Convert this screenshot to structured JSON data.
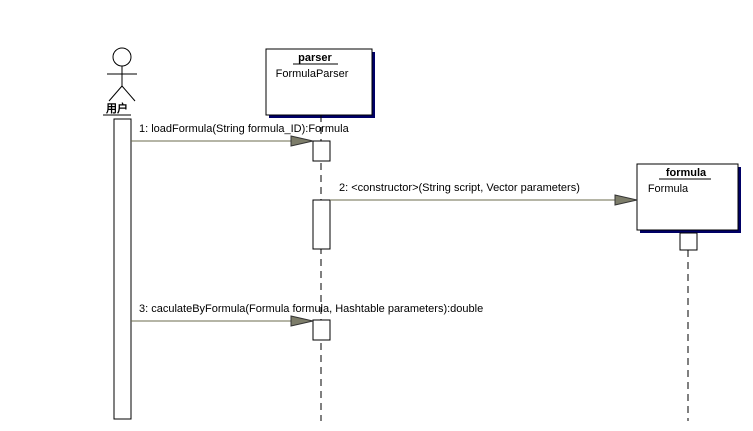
{
  "actor": {
    "name": "用户"
  },
  "objects": [
    {
      "instance": "parser",
      "class": "FormulaParser"
    },
    {
      "instance": "formula",
      "class": "Formula"
    }
  ],
  "messages": [
    {
      "number": "1",
      "text": "1: loadFormula(String formula_ID):Formula"
    },
    {
      "number": "2",
      "text": "2: <constructor>(String script, Vector parameters)"
    },
    {
      "number": "3",
      "text": "3: caculateByFormula(Formula formula, Hashtable parameters):double"
    }
  ],
  "colors": {
    "line": "#6b6b4e",
    "arrow_fill": "#7d7d6a",
    "box_shadow": "#000066",
    "box_border": "#000000",
    "background": "#ffffff"
  }
}
